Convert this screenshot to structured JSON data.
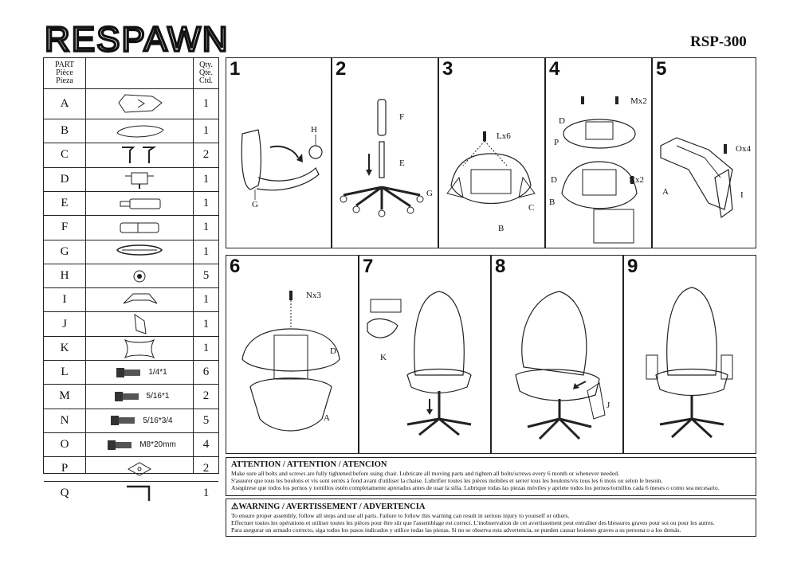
{
  "brand": "RESPAWN",
  "model": "RSP-300",
  "parts_header": {
    "part": [
      "PART",
      "Pièce",
      "Pieza"
    ],
    "qty": [
      "Qty.",
      "Qte.",
      "Ctd."
    ]
  },
  "parts": [
    {
      "id": "A",
      "qty": "1",
      "icon": "backrest-icon"
    },
    {
      "id": "B",
      "qty": "1",
      "icon": "seat-icon"
    },
    {
      "id": "C",
      "qty": "2",
      "icon": "armrest-icon"
    },
    {
      "id": "D",
      "qty": "1",
      "icon": "mechanism-icon"
    },
    {
      "id": "E",
      "qty": "1",
      "icon": "gas-lift-icon"
    },
    {
      "id": "F",
      "qty": "1",
      "icon": "lift-cover-icon"
    },
    {
      "id": "G",
      "qty": "1",
      "icon": "base-icon"
    },
    {
      "id": "H",
      "qty": "5",
      "icon": "caster-icon"
    },
    {
      "id": "I",
      "qty": "1",
      "icon": "back-cover-icon"
    },
    {
      "id": "J",
      "qty": "1",
      "icon": "rear-cover-icon"
    },
    {
      "id": "K",
      "qty": "1",
      "icon": "pillow-icon"
    },
    {
      "id": "L",
      "qty": "6",
      "icon": "bolt-icon",
      "spec": "1/4*1"
    },
    {
      "id": "M",
      "qty": "2",
      "icon": "bolt-icon",
      "spec": "5/16*1"
    },
    {
      "id": "N",
      "qty": "5",
      "icon": "bolt-icon",
      "spec": "5/16*3/4"
    },
    {
      "id": "O",
      "qty": "4",
      "icon": "bolt-icon",
      "spec": "M8*20mm"
    },
    {
      "id": "P",
      "qty": "2",
      "icon": "washer-icon"
    },
    {
      "id": "Q",
      "qty": "1",
      "icon": "allen-key-icon"
    }
  ],
  "steps": [
    {
      "num": "1",
      "labels": [
        "H",
        "G"
      ]
    },
    {
      "num": "2",
      "labels": [
        "F",
        "E",
        "G"
      ]
    },
    {
      "num": "3",
      "labels": [
        "Lx6",
        "C",
        "B"
      ]
    },
    {
      "num": "4",
      "labels": [
        "Mx2",
        "D",
        "P",
        "D",
        "Nx2",
        "B"
      ]
    },
    {
      "num": "5",
      "labels": [
        "Ox4",
        "A",
        "I"
      ]
    },
    {
      "num": "6",
      "labels": [
        "Nx3",
        "D",
        "A"
      ]
    },
    {
      "num": "7",
      "labels": [
        "K"
      ]
    },
    {
      "num": "8",
      "labels": [
        "J"
      ]
    },
    {
      "num": "9",
      "labels": []
    }
  ],
  "attention": {
    "title": "ATTENTION / ATTENTION / ATENCION",
    "lines": [
      "Make sure all bolts and screws are fully tightened before using chair. Lubricate all moving parts and tighten all bolts/screws every 6 month or whenever needed.",
      "S'assurer que tous les boulons et vis sont serrés à fond avant d'utiliser la chaise. Lubrifier toutes les pièces mobiles et serrer tous les boulons/vis tous les 6 mois ou selon le besoin.",
      "Asegúrese que todos los pernos y tornillos estén completamente apretados antes de usar la silla. Lubrique todas las piezas móviles y apriete todos los pernos/tornillos cada 6 meses o como sea necesario."
    ]
  },
  "warning": {
    "title": "WARNING / AVERTISSEMENT / ADVERTENCIA",
    "lines": [
      "To ensure proper assembly, follow all steps and use all parts. Failure to follow this warning can result in serious injury to yourself or others.",
      "Effectuer toutes les opérations et utiliser toutes les pièces pour être sûr que l'assemblage est correct. L'inobservation de cet avertissement peut entraîner des blessures graves pour soi ou pour les autres.",
      "Para asegurar un armado correcto, siga todos los pasos indicados y utilice todas las piezas. Si no se observa esta advertencia, se pueden causar lesiones graves a su persona o a los demás."
    ]
  }
}
